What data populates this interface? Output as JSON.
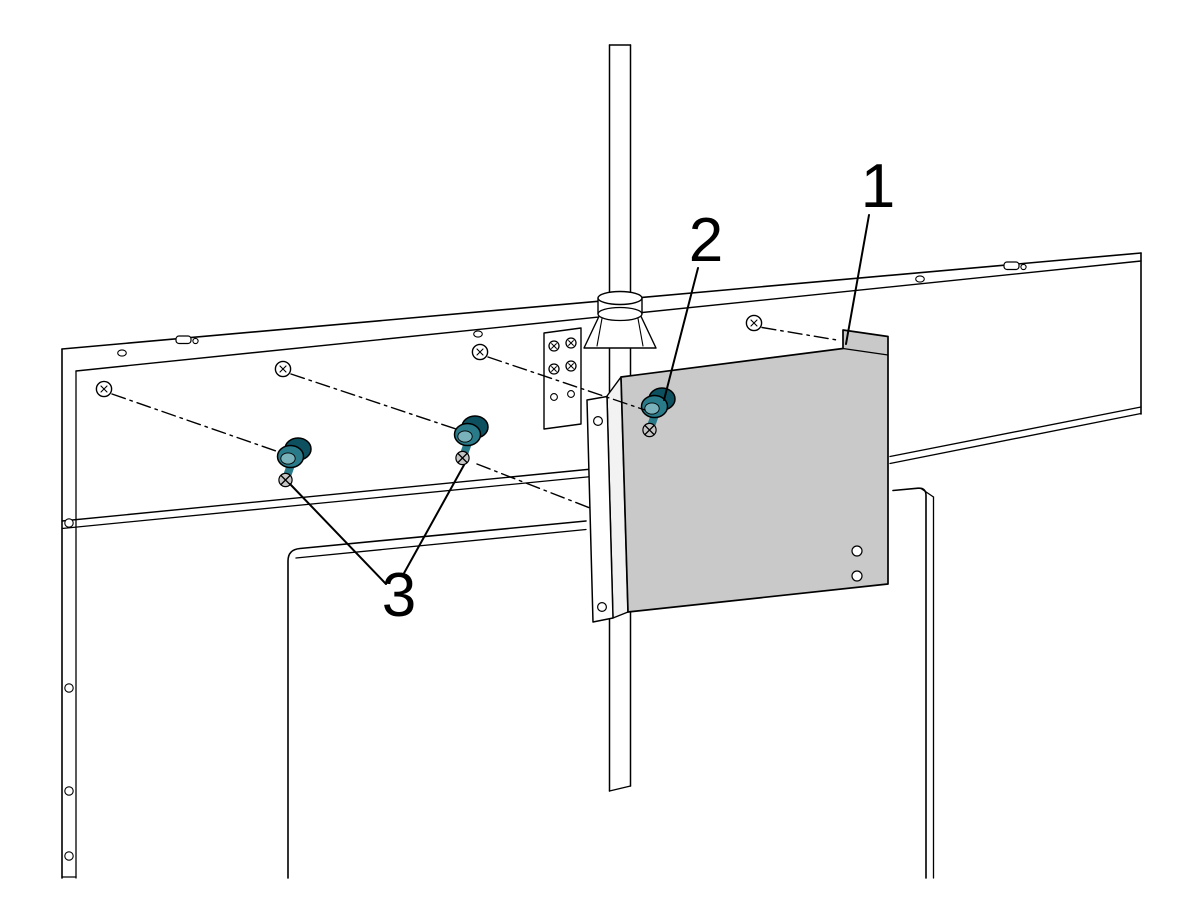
{
  "figure": {
    "background": "#ffffff",
    "line_color": "#000000",
    "bracket_fill": "#c9c9c9",
    "bracket_side_fill": "#f2f2f2",
    "knob_dark": "#0d5160",
    "knob_mid": "#2a7b8a",
    "knob_light": "#79b2bb",
    "screw_fill": "#c6c6c6",
    "callouts": [
      {
        "label": "1"
      },
      {
        "label": "2"
      },
      {
        "label": "3"
      }
    ]
  }
}
